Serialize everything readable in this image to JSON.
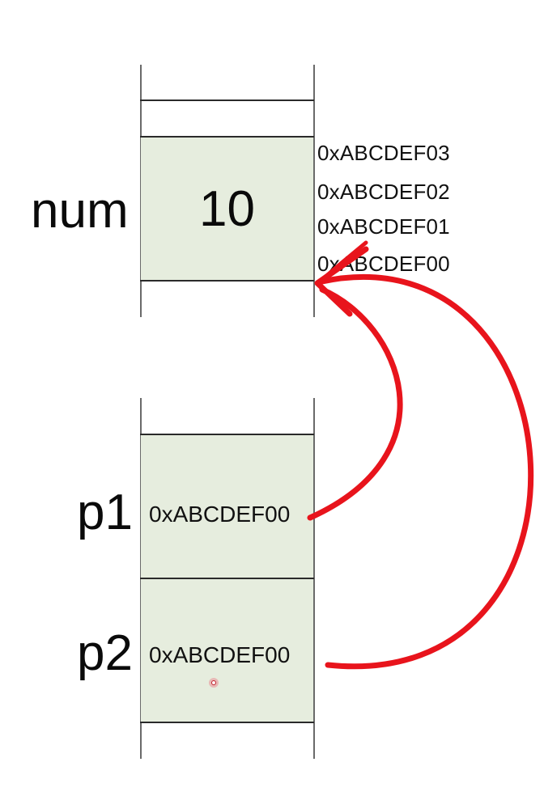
{
  "top_block": {
    "var_name": "num",
    "value": "10",
    "addresses": [
      "0xABCDEF03",
      "0xABCDEF02",
      "0xABCDEF01",
      "0xABCDEF00"
    ]
  },
  "bottom_block": {
    "p1": {
      "name": "p1",
      "value": "0xABCDEF00"
    },
    "p2": {
      "name": "p2",
      "value": "0xABCDEF00"
    }
  },
  "colors": {
    "cell_fill": "#e6edde",
    "arrow": "#e8141c",
    "border": "#2a2a2a"
  }
}
